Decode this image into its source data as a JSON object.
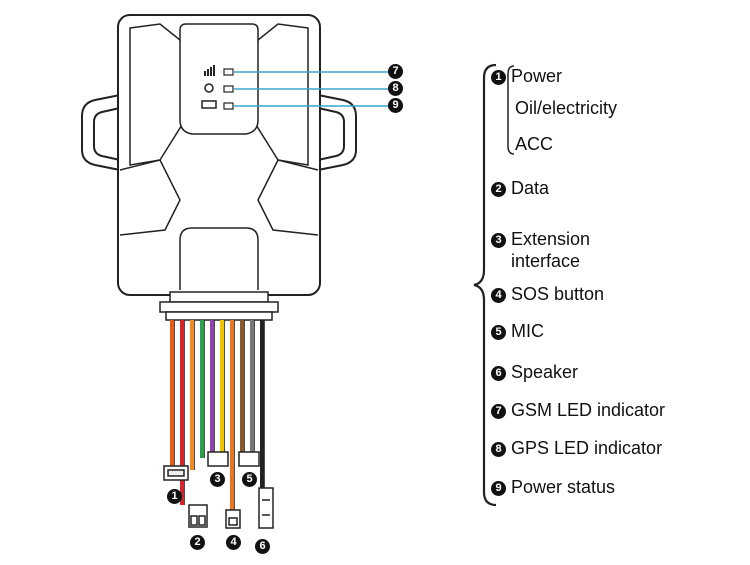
{
  "device": {
    "indicators": [
      {
        "number": "7",
        "icon": "signal-bars-icon"
      },
      {
        "number": "8",
        "icon": "satellite-icon"
      },
      {
        "number": "9",
        "icon": "battery-icon"
      }
    ],
    "wire_colors": [
      "#e85a1a",
      "#d8232a",
      "#f08a24",
      "#2e9e4e",
      "#8e44ad",
      "#f2c400",
      "#e87722",
      "#8b5a2b",
      "#777777",
      "#222222"
    ]
  },
  "connectors": [
    {
      "number": "1"
    },
    {
      "number": "2"
    },
    {
      "number": "3"
    },
    {
      "number": "4"
    },
    {
      "number": "5"
    },
    {
      "number": "6"
    }
  ],
  "legend": {
    "item1": {
      "number": "1",
      "lines": [
        "Power",
        "Oil/electricity",
        "ACC"
      ]
    },
    "items": [
      {
        "number": "2",
        "text": "Data"
      },
      {
        "number": "3",
        "text": "Extension",
        "text2": "interface"
      },
      {
        "number": "4",
        "text": "SOS button"
      },
      {
        "number": "5",
        "text": "MIC"
      },
      {
        "number": "6",
        "text": "Speaker"
      },
      {
        "number": "7",
        "text": "GSM LED indicator"
      },
      {
        "number": "8",
        "text": "GPS LED indicator"
      },
      {
        "number": "9",
        "text": "Power status"
      }
    ]
  }
}
